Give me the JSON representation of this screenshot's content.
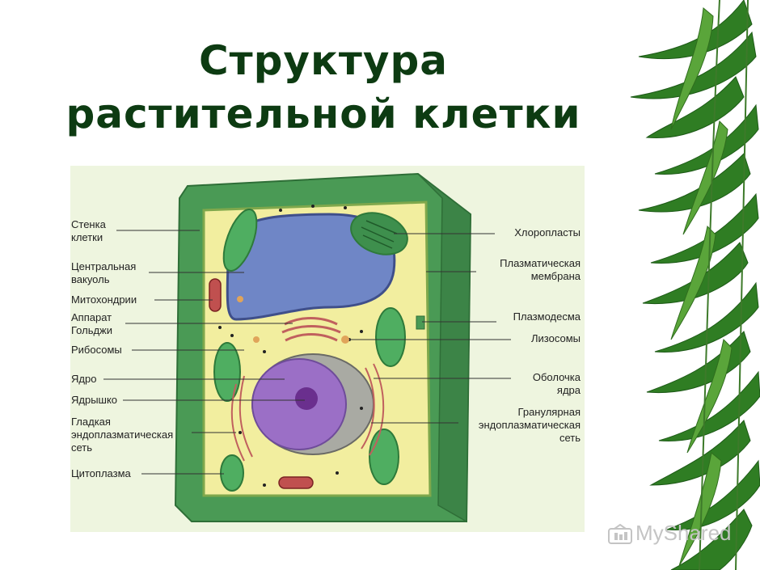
{
  "title": {
    "line1": "Структура",
    "line2": "растительной клетки"
  },
  "labels": {
    "left": [
      "Стенка\nклетки",
      "Центральная\nвакуоль",
      "Митохондрии",
      "Аппарат\nГольджи",
      "Рибосомы",
      "Ядро",
      "Ядрышко",
      "Гладкая\nэндоплазматическая\nсеть",
      "Цитоплазма"
    ],
    "right": [
      "Хлоропласты",
      "Плазматическая\nмембрана",
      "Плазмодесма",
      "Лизосомы",
      "Оболочка\nядра",
      "Гранулярная\nэндоплазматическая\nсеть"
    ]
  },
  "watermark": "MyShared",
  "colors": {
    "title": "#0d3b12",
    "cell_wall": "#4a9a55",
    "cytoplasm": "#f2ee9f",
    "vacuole": "#6f86c6",
    "nucleus": "#9b6fc6",
    "chloroplast": "#4fae61",
    "mitochondria": "#c0504f",
    "background_panel": "#eef5df"
  },
  "icons": [
    "myshared-logo-icon",
    "leaf-foliage"
  ]
}
